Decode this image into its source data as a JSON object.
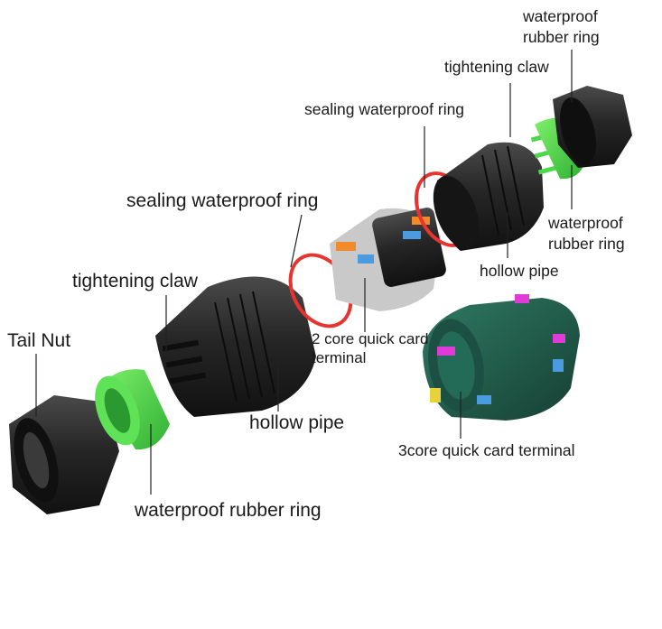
{
  "labels": {
    "tail_nut": "Tail Nut",
    "rubber_ring_bottom": "waterproof rubber ring",
    "tightening_claw_left": "tightening claw",
    "hollow_pipe_left": "hollow pipe",
    "sealing_ring_left": "sealing waterproof ring",
    "two_core_line1": "2 core quick card",
    "two_core_line2": "terminal",
    "sealing_ring_top": "sealing waterproof ring",
    "tightening_claw_top": "tightening claw",
    "rubber_ring_top_line1": "waterproof",
    "rubber_ring_top_line2": "rubber ring",
    "rubber_ring_right_line1": "waterproof",
    "rubber_ring_right_line2": "rubber ring",
    "hollow_pipe_right": "hollow pipe",
    "three_core": "3core quick card terminal"
  },
  "colors": {
    "body_black": "#1e1e1e",
    "body_dark": "#2c2c2c",
    "rubber_green": "#4cd84a",
    "seal_red": "#e8332e",
    "terminal_green": "#1f5c4a",
    "terminal_gray": "#c9c9c9",
    "terminal_orange": "#f08a2a",
    "terminal_blue": "#4a9be0",
    "terminal_magenta": "#e03ad8",
    "terminal_yellow": "#e8d23a"
  }
}
